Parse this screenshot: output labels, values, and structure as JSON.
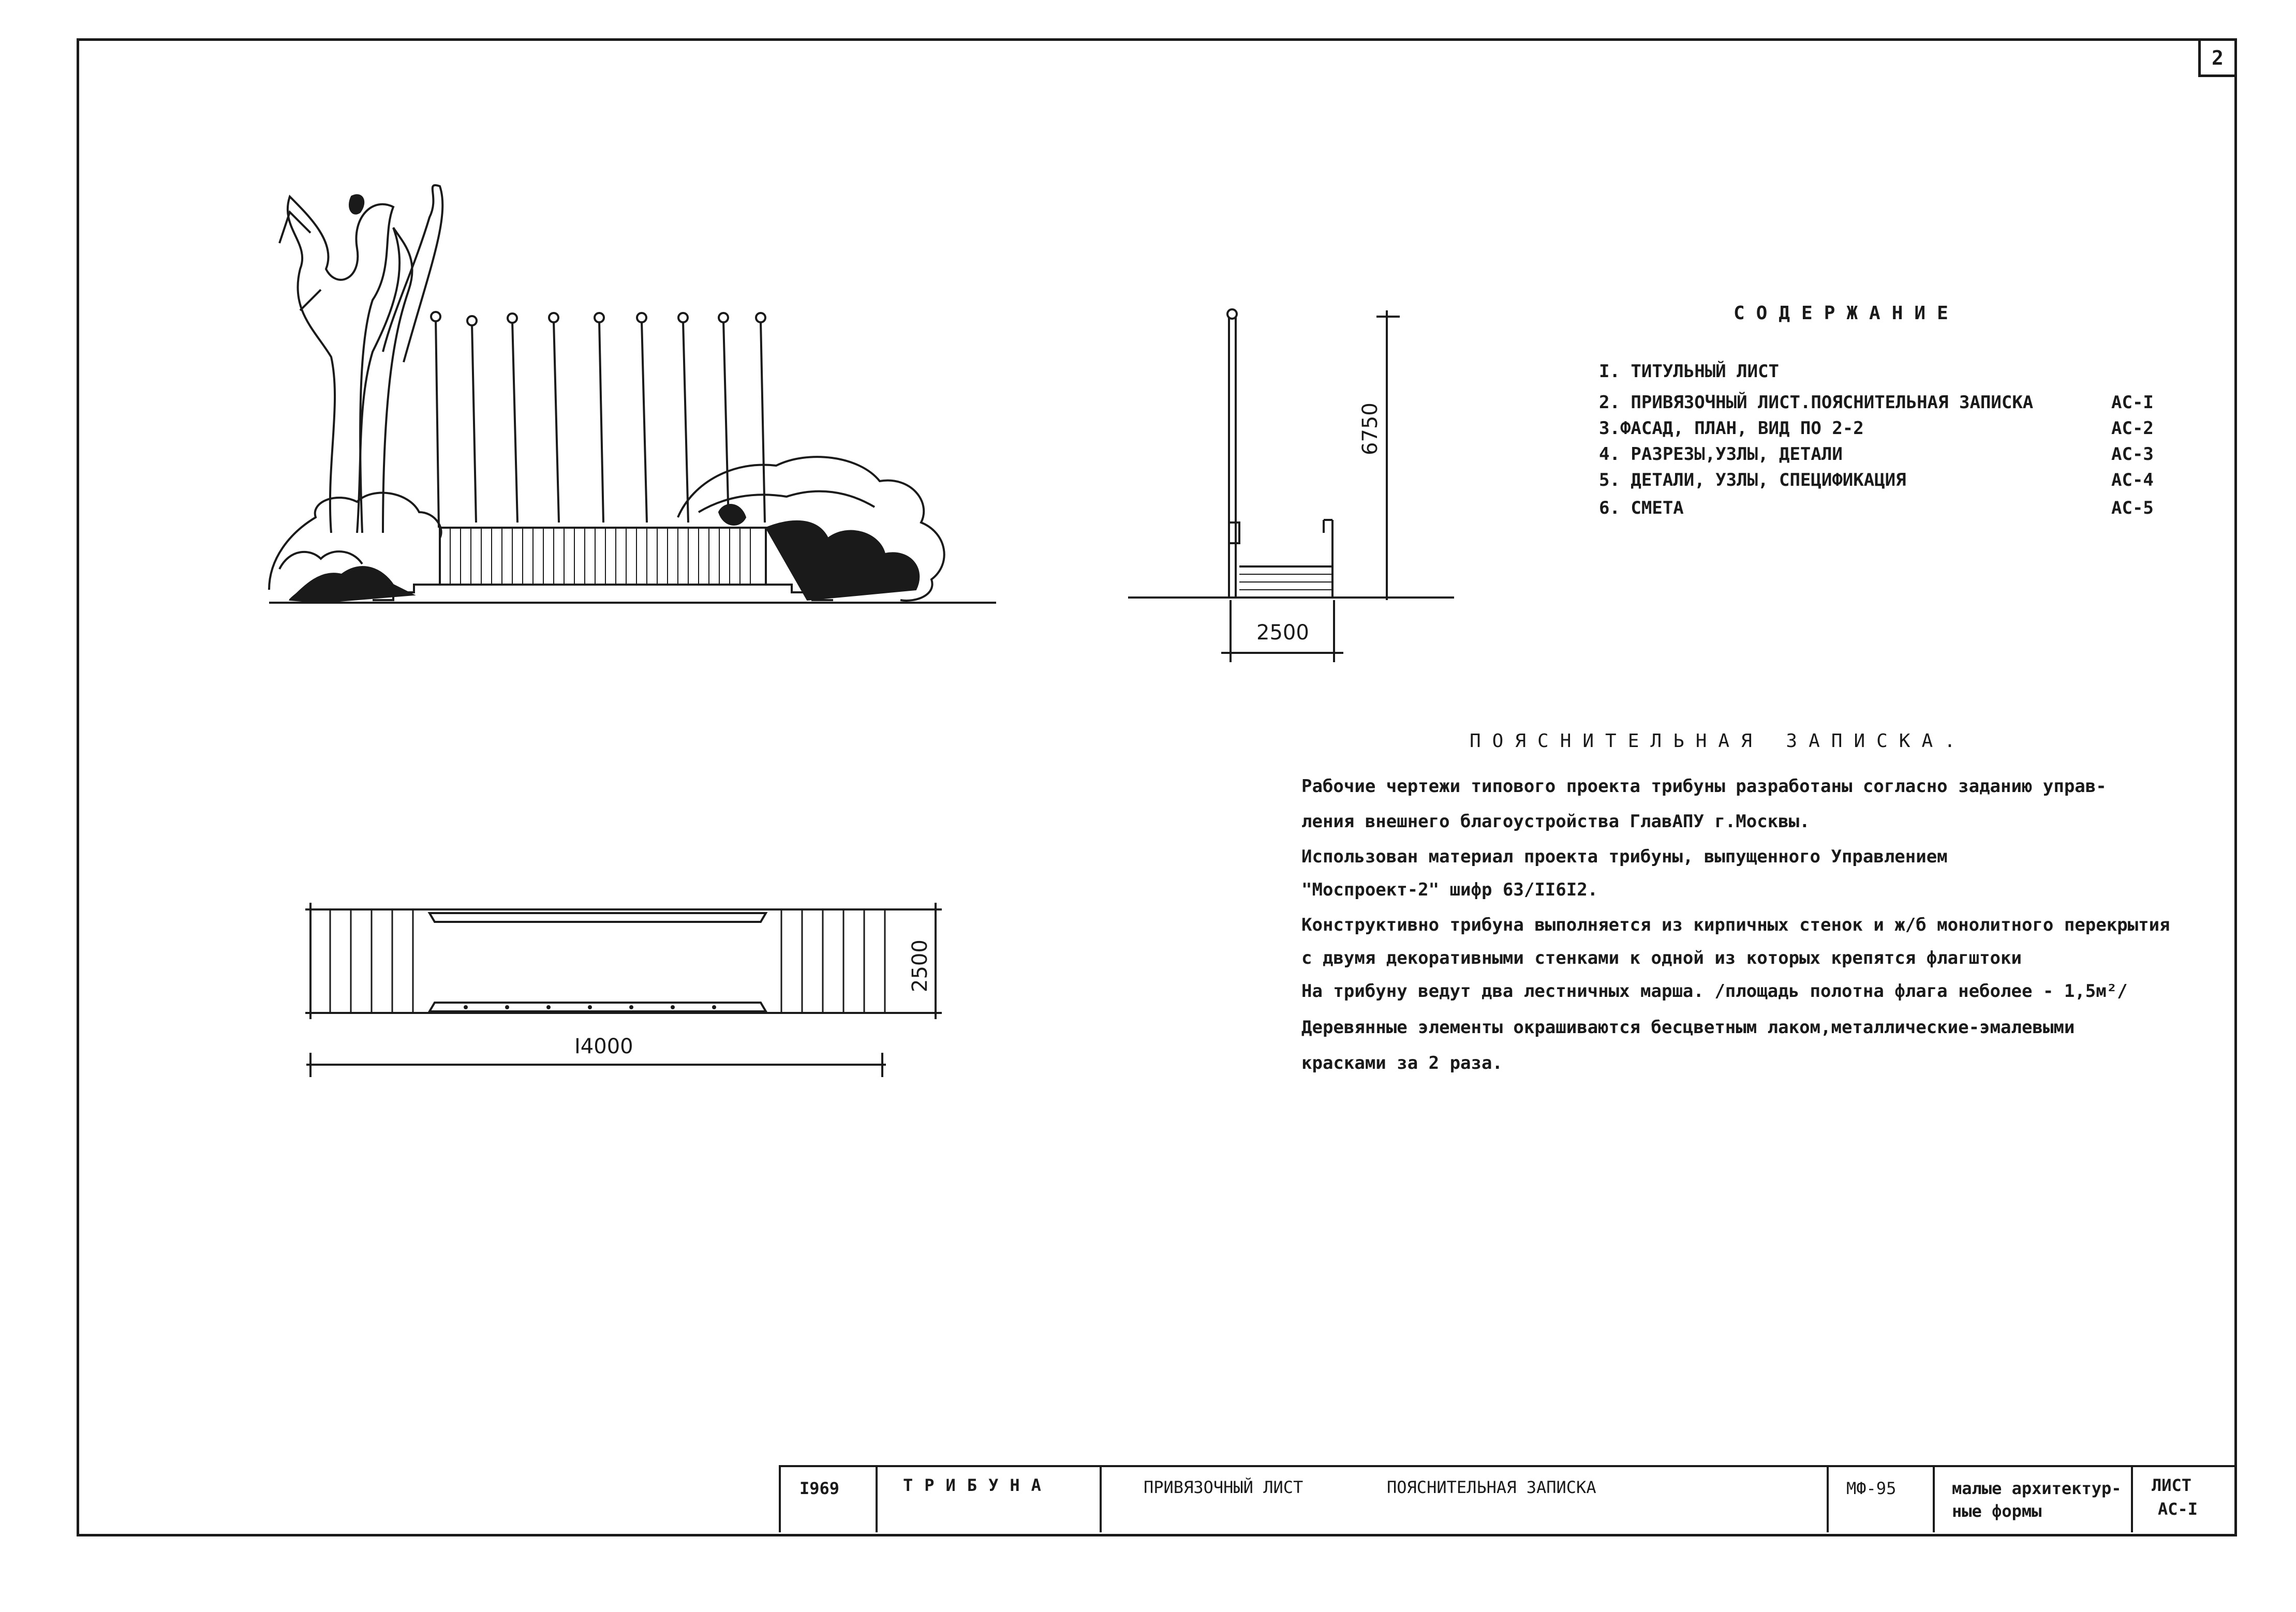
{
  "page_number": "2",
  "contents": {
    "heading": "СОДЕРЖАНИЕ",
    "items": [
      {
        "label": "I. ТИТУЛЬНЫЙ  ЛИСТ",
        "code": ""
      },
      {
        "label": "2. ПРИВЯЗОЧНЫЙ ЛИСТ.ПОЯСНИТЕЛЬНАЯ ЗАПИСКА",
        "code": "АС-I"
      },
      {
        "label": "3.ФАСАД, ПЛАН, ВИД ПО 2-2",
        "code": "АС-2"
      },
      {
        "label": "4. РАЗРЕЗЫ,УЗЛЫ, ДЕТАЛИ",
        "code": "АС-3"
      },
      {
        "label": "5. ДЕТАЛИ, УЗЛЫ, СПЕЦИФИКАЦИЯ",
        "code": "АС-4"
      },
      {
        "label": "6. СМЕТА",
        "code": "АС-5"
      }
    ]
  },
  "note": {
    "heading": "ПОЯСНИТЕЛЬНАЯ ЗАПИСКА.",
    "lines": [
      "Рабочие чертежи типового проекта трибуны  разработаны согласно  заданию управ-",
      "ления внешнего благоустройства ГлавАПУ г.Москвы.",
      "   Использован материал проекта трибуны,  выпущенного  Управлением",
      "\"Моспроект-2\" шифр 63/II6I2.",
      "Конструктивно трибуна выполняется  из кирпичных стенок и ж/б монолитного перекрытия",
      " с двумя декоративными стенками к одной из которых  крепятся флагштоки",
      "На трибуну ведут два лестничных марша.     /площадь  полотна флага неболее - 1,5м²/",
      "Деревянные элементы окрашиваются бесцветным лаком,металлические-эмалевыми",
      "красками  за  2 раза."
    ]
  },
  "dimensions": {
    "side_height": "6750",
    "side_width": "2500",
    "plan_depth": "2500",
    "plan_length": "I4000"
  },
  "title_block": {
    "year": "I969",
    "object": "ТРИБУНА",
    "sheet_title": "ПРИВЯЗОЧНЫЙ ЛИСТ",
    "sheet_subtitle": "ПОЯСНИТЕЛЬНАЯ ЗАПИСКА",
    "series": "МФ-95",
    "category_line1": "малые архитектур-",
    "category_line2": "ные формы",
    "sheet_label": "ЛИСТ",
    "sheet_code": "АС-I"
  }
}
